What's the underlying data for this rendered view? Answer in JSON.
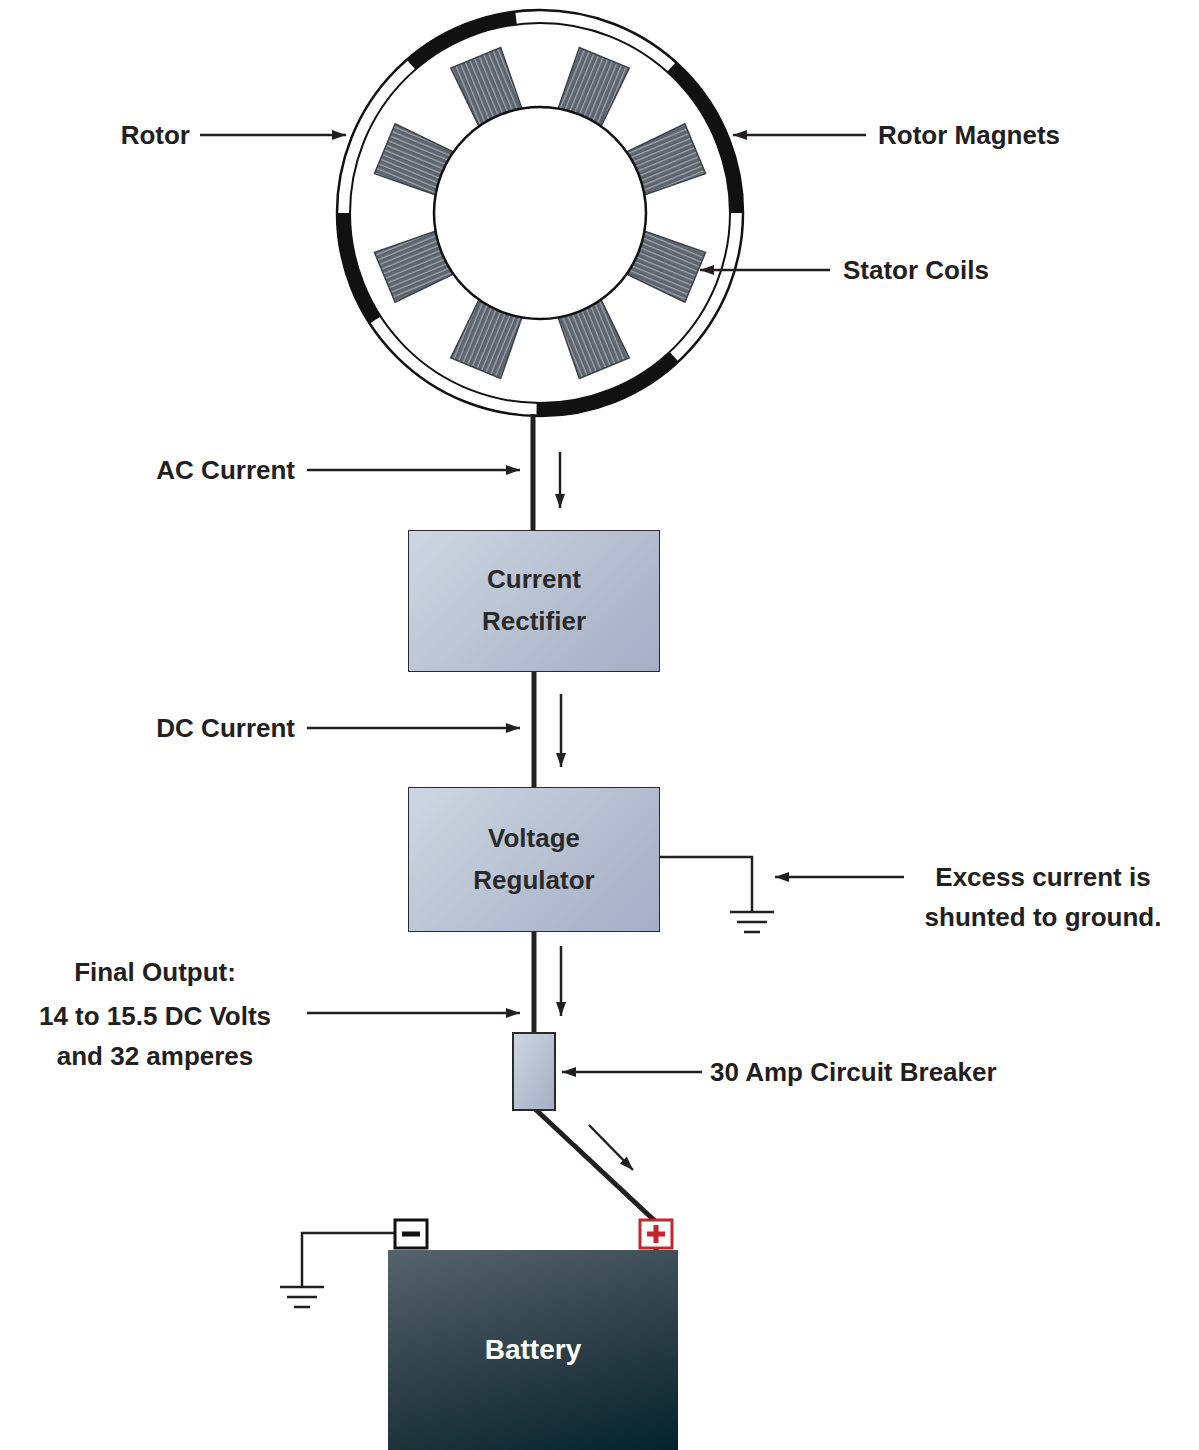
{
  "diagram": {
    "nodes": [
      {
        "text": [
          "Current Rectifier"
        ]
      },
      {
        "text": [
          "Voltage Regulator"
        ]
      },
      {
        "text": [
          "Battery"
        ]
      }
    ],
    "edges": [
      {
        "from": 0,
        "to": 1,
        "arrow": "to"
      },
      {
        "from": 1,
        "to": 2,
        "arrow": "to"
      }
    ],
    "labels": [
      "Rotor",
      "Rotor Magnets",
      "Stator Coils",
      "AC Current",
      "DC Current",
      "Excess current is shunted to ground.",
      "Final Output:",
      "14 to 15.5 DC Volts and 32 amperes",
      "30 Amp Circuit Breaker"
    ]
  }
}
